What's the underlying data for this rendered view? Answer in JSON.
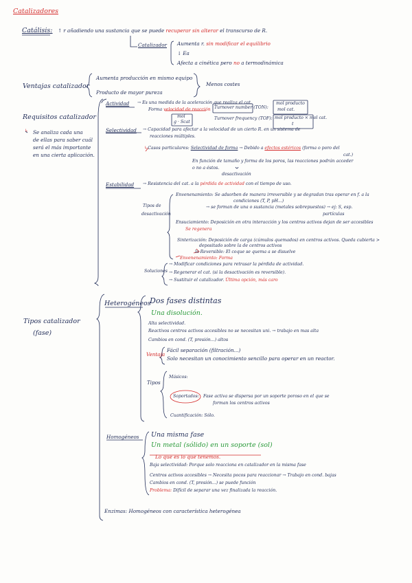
{
  "title": "Catalizadores",
  "catalisis": {
    "label": "Catálisis:",
    "def_a": "↑ r  añadiendo una sustancia que se puede",
    "def_red": "recuperar sin alterar",
    "def_b": "el transcurso de R.",
    "catalizador": "Catalizador",
    "items": [
      "Aumenta r.",
      "sin modificar el equilibrio",
      "↓ Ea",
      "Afecta a cinética",
      "pero",
      "no",
      "a termodinámica"
    ]
  },
  "ventajas": {
    "label": "Ventajas catalizador",
    "items": [
      "Aumenta producción en mismo equipo",
      "Producto de mayor pureza"
    ],
    "extra": "Menos costes"
  },
  "requisitos": {
    "label": "Requisitos catalizador",
    "note": [
      "Se analiza cada una",
      "de ellas para saber cuál",
      "será el más importante",
      "en una cierta aplicación."
    ]
  },
  "actividad": {
    "label": "Actividad",
    "text": "→ Es una medida de la aceleración que realiza el cat.",
    "forma": "Forma",
    "forma_red": "velocidad de reacción",
    "tof": "Turnover number (TON):",
    "tof_frac": [
      "mol producto",
      "mol cat."
    ],
    "tof2": "Turnover frequency (TOF):",
    "tof2_frac": [
      "mol producto × mol cat.",
      "t"
    ],
    "conv": [
      "mol",
      "g · Scat"
    ]
  },
  "selectividad": {
    "label": "Selectividad",
    "text": "→ Capacidad para afectar a la velocidad de un cierto R. en un sistema de",
    "text2": "reacciones múltiples.",
    "casos": "Casos particulares:",
    "casos_ul": "Selectividad de forma",
    "casos2": "→ Debido a",
    "casos_red": "efectos estéricos",
    "casos3": "(forma o poro del",
    "casos4": "cat.)",
    "extra": [
      "En función de tamaño y forma de los poros, las reacciones podrán acceder",
      "o no a éstos."
    ]
  },
  "estabilidad": {
    "label": "Estabilidad",
    "text": "→ Resistencia del cat. a la",
    "text_red": "pérdida de actividad",
    "text2": "con el tiempo de uso.",
    "desactivacion": "desactivación",
    "tipos_label": [
      "Tipos de",
      "desactivación"
    ],
    "envenenamiento": [
      "Envenenamiento: Se adsorben de manera irreversible y se degradan tras operar en f. a la",
      "condiciones (T, P, pH...)",
      "→ se forman de una o sustancia",
      "(metales sobrepuestos)",
      "→ ej: S, esp.",
      "partículas"
    ],
    "ensuciamiento": [
      "Ensuciamiento: Deposición en otra interacción y los centros activos dejan de ser accesibles",
      "Se regenera"
    ],
    "sinterizacion": [
      "Sinterización: Deposición de carga (cúmulos quemados) en centros activos. Queda cubierta >",
      "depositado sobre la de centros activos",
      "la Reversible: El coque se quema a se disuelve",
      "Envenenamiento: Forma"
    ],
    "soluciones_label": "Soluciones",
    "soluciones": [
      "→ Modificar condiciones para retrasar la pérdida de actividad.",
      "→ Regenerar el cat. (si la desactivación es reversible).",
      "→ Sustituir el catalizador.",
      "Última opción, más caro"
    ]
  },
  "tipos": {
    "label": [
      "Tipos catalizador",
      "(fase)"
    ],
    "heterogeneos": {
      "label": "Heterogéneos",
      "fases": "Dos fases distintas",
      "green": "Una disolución.",
      "lines": [
        "Alta selectividad.",
        "Reactivos centros activos accesibles no se necesitan uni. → trabajo en mas alta",
        "Cambios en cond. (T, presión...) altos"
      ],
      "ventaja_label": "Ventaja",
      "ventajas": [
        "Fácil separación (filtración...)",
        "Solo necesitan un conocimiento sencillo para operar en un reactor."
      ],
      "tipos_label": "Tipos",
      "tipos_items": [
        "Másicos:",
        "Soportados:",
        "Fase activa se dispersa por un soporte poroso en el que se",
        "forman los centros activos",
        "Cuantificación: Sólo."
      ]
    },
    "homogeneos": {
      "label": "Homogéneos",
      "fase": "Una misma fase",
      "green": "Un metal (sólido) en un soporte (sol)",
      "red": "Lo que es lo que tenemos.",
      "lines": [
        "Baja selectividad: Porque solo reacciona en catalizador en la misma fase",
        "Centros activos accesibles → Necesita pocos para reaccionar → Trabajo en cond. bajas",
        "Cambios en cond. (T, presión...) se puede función"
      ],
      "problema": "Problema:",
      "problema_text": "Difícil de separar una vez finalizada la reacción."
    },
    "enzimas": "Enzimas: Homogéneos con característica heterogénea"
  }
}
